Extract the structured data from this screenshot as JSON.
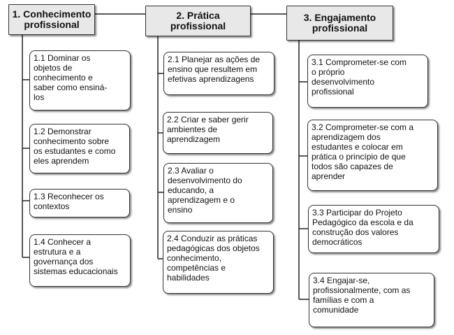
{
  "columns": [
    {
      "title": "1. Conhecimento\nprofissional",
      "items": [
        "1.1 Dominar os\nobjetos de\nconhecimento e\nsaber como ensiná-\nlos",
        "1.2 Demonstrar\nconhecimento sobre\nos estudantes e como\neles aprendem",
        "1.3 Reconhecer os\ncontextos",
        "1.4 Conhecer a\nestrutura e a\ngovernança dos\nsistemas educacionais"
      ]
    },
    {
      "title": "2. Prática\nprofissional",
      "items": [
        "2.1 Planejar as ações de\nensino que resultem em\nefetivas aprendizagens",
        "2.2 Criar e saber gerir\nambientes de\naprendizagem",
        "2.3 Avaliar o\ndesenvolvimento do\neducando, a\naprendizagem e o\nensino",
        "2.4 Conduzir as práticas\npedagógicas dos objetos\nconhecimento,\ncompetências e\nhabilidades"
      ]
    },
    {
      "title": "3. Engajamento\nprofissional",
      "items": [
        "3.1 Comprometer-se com\no próprio\ndesenvolvimento\nprofissional",
        "3.2 Comprometer-se com a\naprendizagem dos\nestudantes e colocar em\nprática o princípio de que\ntodos são capazes de\naprender",
        "3.3 Participar do Projeto\nPedagógico da escola e da\nconstrução dos valores\ndemocráticos",
        "3.4 Engajar-se,\nprofissionalmente, com as\nfamílias e com a\ncomunidade"
      ]
    }
  ]
}
